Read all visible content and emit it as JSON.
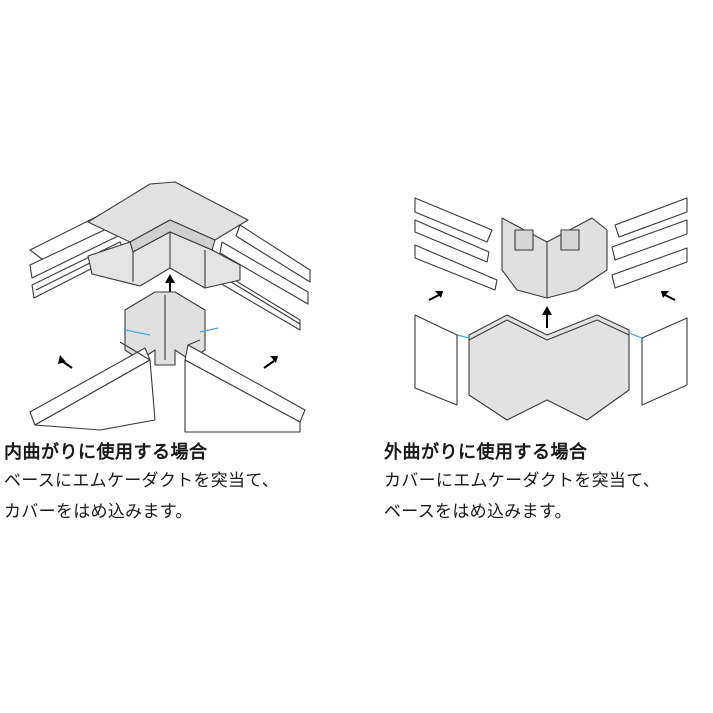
{
  "inner_corner": {
    "heading": "内曲がりに使用する場合",
    "lines": [
      "ベースにエムケーダクトを突当て、",
      "カバーをはめ込みます。"
    ]
  },
  "outer_corner": {
    "heading": "外曲がりに使用する場合",
    "lines": [
      "カバーにエムケーダクトを突当て、",
      "ベースをはめ込みます。"
    ]
  },
  "colors": {
    "part_fill": "#e2e2e2",
    "duct_fill": "#ffffff",
    "outline": "#3a3a3a",
    "guide_line": "#4aa8e0",
    "text": "#1a1a1a"
  }
}
